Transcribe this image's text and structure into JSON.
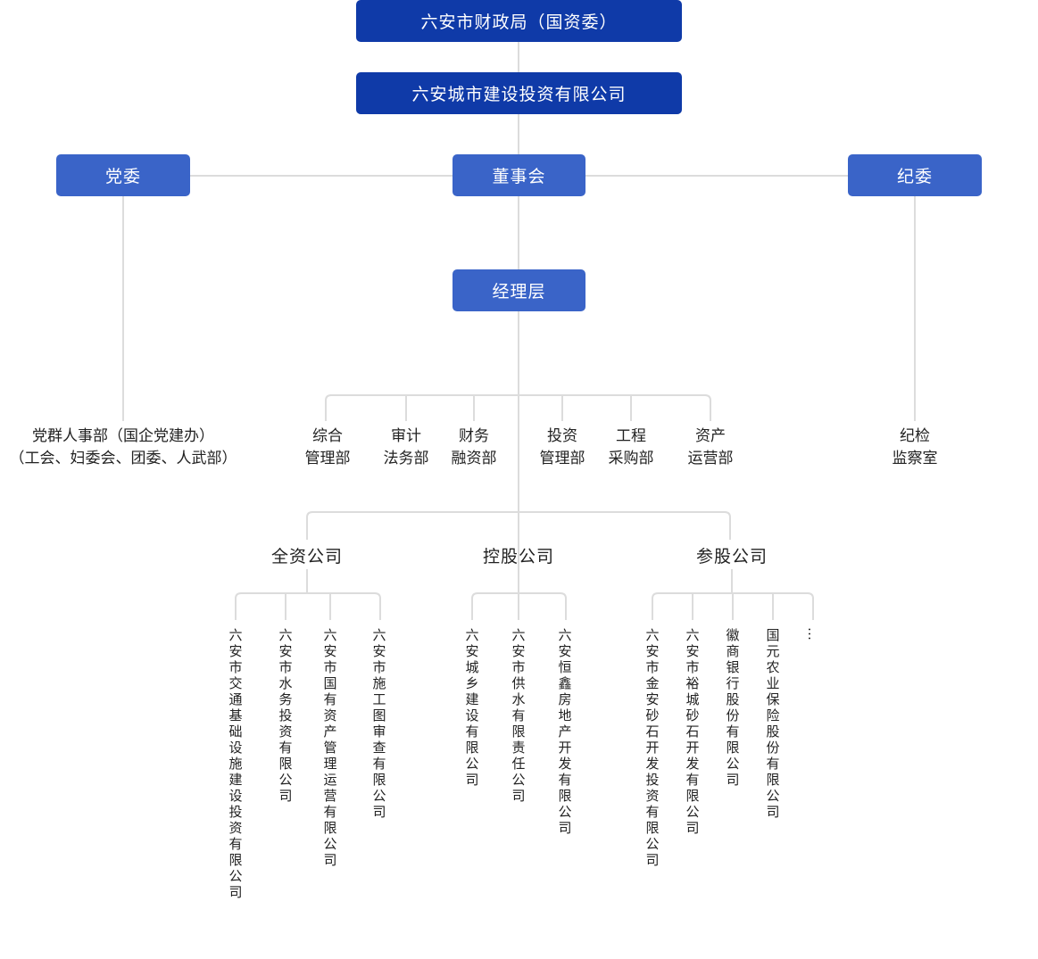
{
  "colors": {
    "dark_box": "#0f3aa8",
    "mid_box": "#3a64c8",
    "connector": "#dcdcdc",
    "text": "#222222"
  },
  "top": {
    "finance_bureau": "六安市财政局（国资委）",
    "company": "六安城市建设投资有限公司",
    "party_committee": "党委",
    "board": "董事会",
    "discipline_committee": "纪委",
    "management": "经理层"
  },
  "departments": {
    "party_hr": [
      "党群人事部（国企党建办）",
      "（工会、妇委会、团委、人武部）"
    ],
    "general": [
      "综合",
      "管理部"
    ],
    "audit_legal": [
      "审计",
      "法务部"
    ],
    "finance": [
      "财务",
      "融资部"
    ],
    "investment": [
      "投资",
      "管理部"
    ],
    "engineering": [
      "工程",
      "采购部"
    ],
    "asset": [
      "资产",
      "运营部"
    ],
    "discipline": [
      "纪检",
      "监察室"
    ]
  },
  "categories": {
    "wholly_owned": "全资公司",
    "holding": "控股公司",
    "shareholding": "参股公司"
  },
  "subsidiaries": {
    "wholly_owned": [
      "六安市交通基础设施建设投资有限公司",
      "六安市水务投资有限公司",
      "六安市国有资产管理运营有限公司",
      "六安市施工图审查有限公司"
    ],
    "holding": [
      "六安城乡建设有限公司",
      "六安市供水有限责任公司",
      "六安恒鑫房地产开发有限公司"
    ],
    "shareholding": [
      "六安市金安砂石开发投资有限公司",
      "六安市裕城砂石开发有限公司",
      "徽商银行股份有限公司",
      "国元农业保险股份有限公司",
      "…"
    ]
  }
}
